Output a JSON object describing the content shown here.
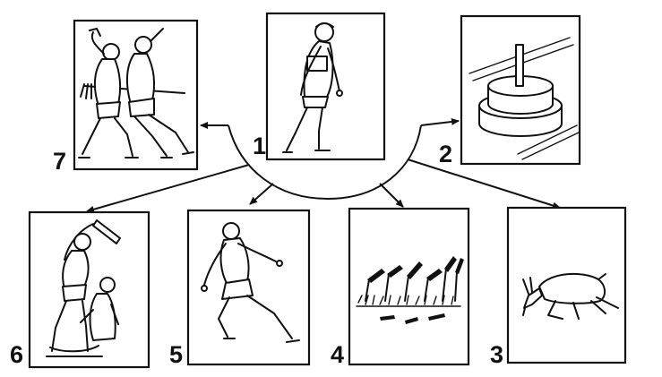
{
  "panels": [
    {
      "id": "1",
      "label": "1",
      "icon": "man-walking-icon"
    },
    {
      "id": "2",
      "label": "2",
      "icon": "millstone-icon"
    },
    {
      "id": "3",
      "label": "3",
      "icon": "fallen-goat-icon"
    },
    {
      "id": "4",
      "label": "4",
      "icon": "trampled-grain-icon"
    },
    {
      "id": "5",
      "label": "5",
      "icon": "running-man-icon"
    },
    {
      "id": "6",
      "label": "6",
      "icon": "man-with-club-icon"
    },
    {
      "id": "7",
      "label": "7",
      "icon": "man-stealing-icon"
    }
  ],
  "colors": {
    "ink": "#111111",
    "background": "#ffffff"
  }
}
